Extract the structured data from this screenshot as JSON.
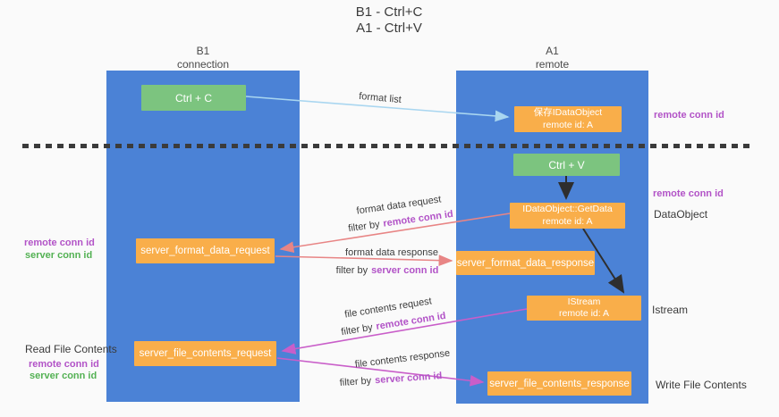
{
  "title": {
    "line1": "B1 - Ctrl+C",
    "line2": "A1 - Ctrl+V"
  },
  "lanes": {
    "left": {
      "title": "B1",
      "subtitle": "connection"
    },
    "right": {
      "title": "A1",
      "subtitle": "remote"
    }
  },
  "boxes": {
    "ctrl_c": "Ctrl + C",
    "ctrl_v": "Ctrl + V",
    "save_idataobject": {
      "line1": "保存IDataObject",
      "line2": "remote id: A"
    },
    "getdata": {
      "line1": "IDataObject::GetData",
      "line2": "remote id: A"
    },
    "istream": {
      "line1": "IStream",
      "line2": "remote id: A"
    },
    "server_format_data_request": "server_format_data_request",
    "server_format_data_response": "server_format_data_response",
    "server_file_contents_request": "server_file_contents_request",
    "server_file_contents_response": "server_file_contents_response"
  },
  "side_labels": {
    "remote_conn_id_top_right": "remote conn id",
    "remote_conn_id_mid_right": "remote conn id",
    "dataobject": "DataObject",
    "istream": "Istream",
    "write_file_contents": "Write File Contents",
    "read_file_contents": "Read File Contents",
    "left1_remote_conn_id": "remote conn id",
    "left1_server_conn_id": "server conn id",
    "left2_remote_conn_id": "remote conn id",
    "left2_server_conn_id": "server conn id"
  },
  "arrow_labels": {
    "format_list": "format list",
    "format_data_request": "format data request",
    "format_data_response": "format data response",
    "file_contents_request": "file contents request",
    "file_contents_response": "file contents response",
    "filter_by": "filter by",
    "remote_conn_id": "remote conn id",
    "server_conn_id": "server conn id"
  },
  "colors": {
    "lane_blue": "#4b82d6",
    "box_green": "#7cc47f",
    "box_orange": "#f9ae4a",
    "arrow_salmon": "#e88585",
    "arrow_magenta": "#c95ec9",
    "arrow_lightblue": "#a9d6f0",
    "arrow_black": "#2e2e2e",
    "label_purple": "#b253c7",
    "label_green": "#53b153",
    "text_dark": "#3a3a3a"
  }
}
